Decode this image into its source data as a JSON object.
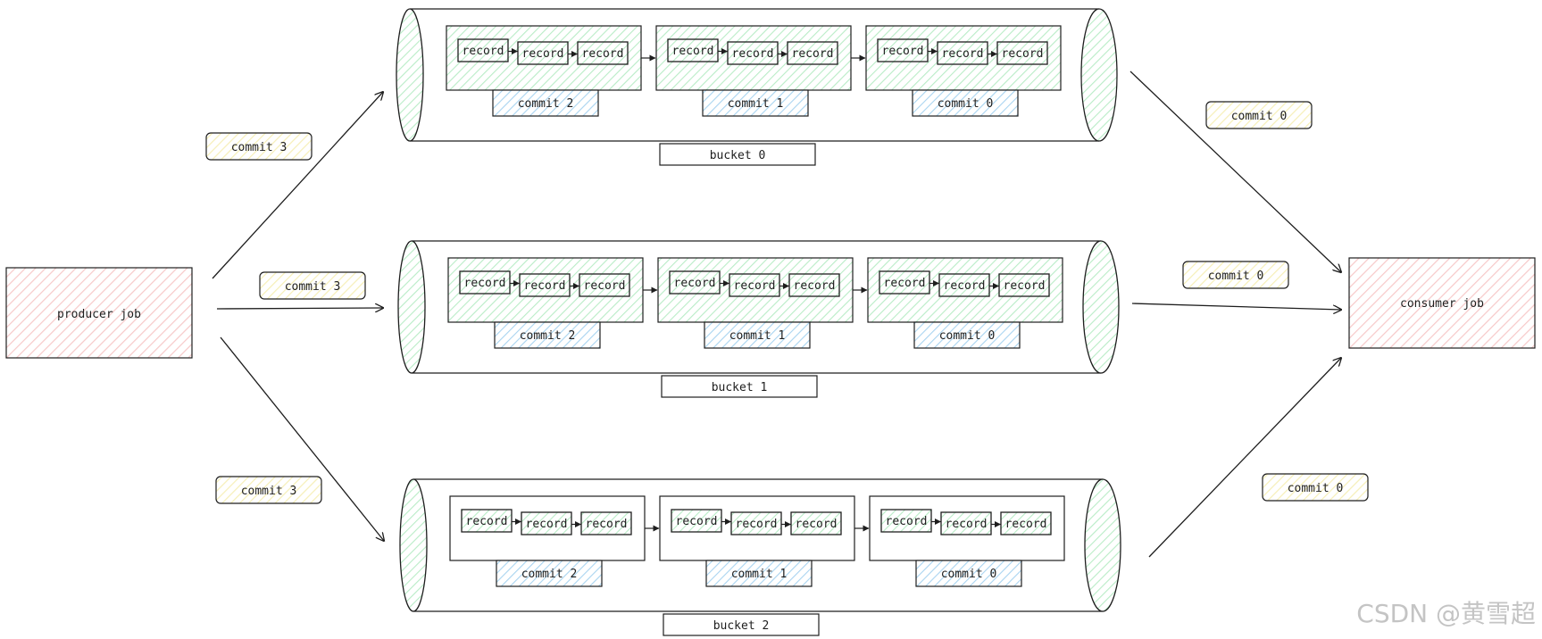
{
  "producer": {
    "label": "producer job",
    "fill": "#f7c9c9"
  },
  "consumer": {
    "label": "consumer job",
    "fill": "#f7c9c9"
  },
  "colors": {
    "stroke": "#1e1e1e",
    "pipe_end_fill": "#b9ecc7",
    "commit_group_fill": "#b9ecc7",
    "commit_label_fill": "#a9d4f0",
    "badge_fill": "#f6efb7",
    "background": "#ffffff"
  },
  "buckets": [
    {
      "label": "bucket 0",
      "groups_hatched": true,
      "commit_groups": [
        {
          "commit_label": "commit 2",
          "records": [
            "record",
            "record",
            "record"
          ]
        },
        {
          "commit_label": "commit 1",
          "records": [
            "record",
            "record",
            "record"
          ]
        },
        {
          "commit_label": "commit 0",
          "records": [
            "record",
            "record",
            "record"
          ]
        }
      ],
      "incoming_label": "commit 3",
      "outgoing_label": "commit 0"
    },
    {
      "label": "bucket 1",
      "groups_hatched": true,
      "commit_groups": [
        {
          "commit_label": "commit 2",
          "records": [
            "record",
            "record",
            "record"
          ]
        },
        {
          "commit_label": "commit 1",
          "records": [
            "record",
            "record",
            "record"
          ]
        },
        {
          "commit_label": "commit 0",
          "records": [
            "record",
            "record",
            "record"
          ]
        }
      ],
      "incoming_label": "commit 3",
      "outgoing_label": "commit 0"
    },
    {
      "label": "bucket 2",
      "groups_hatched": false,
      "commit_groups": [
        {
          "commit_label": "commit 2",
          "records": [
            "record",
            "record",
            "record"
          ]
        },
        {
          "commit_label": "commit 1",
          "records": [
            "record",
            "record",
            "record"
          ]
        },
        {
          "commit_label": "commit 0",
          "records": [
            "record",
            "record",
            "record"
          ]
        }
      ],
      "incoming_label": "commit 3",
      "outgoing_label": "commit 0"
    }
  ],
  "watermark": "CSDN @黄雪超"
}
